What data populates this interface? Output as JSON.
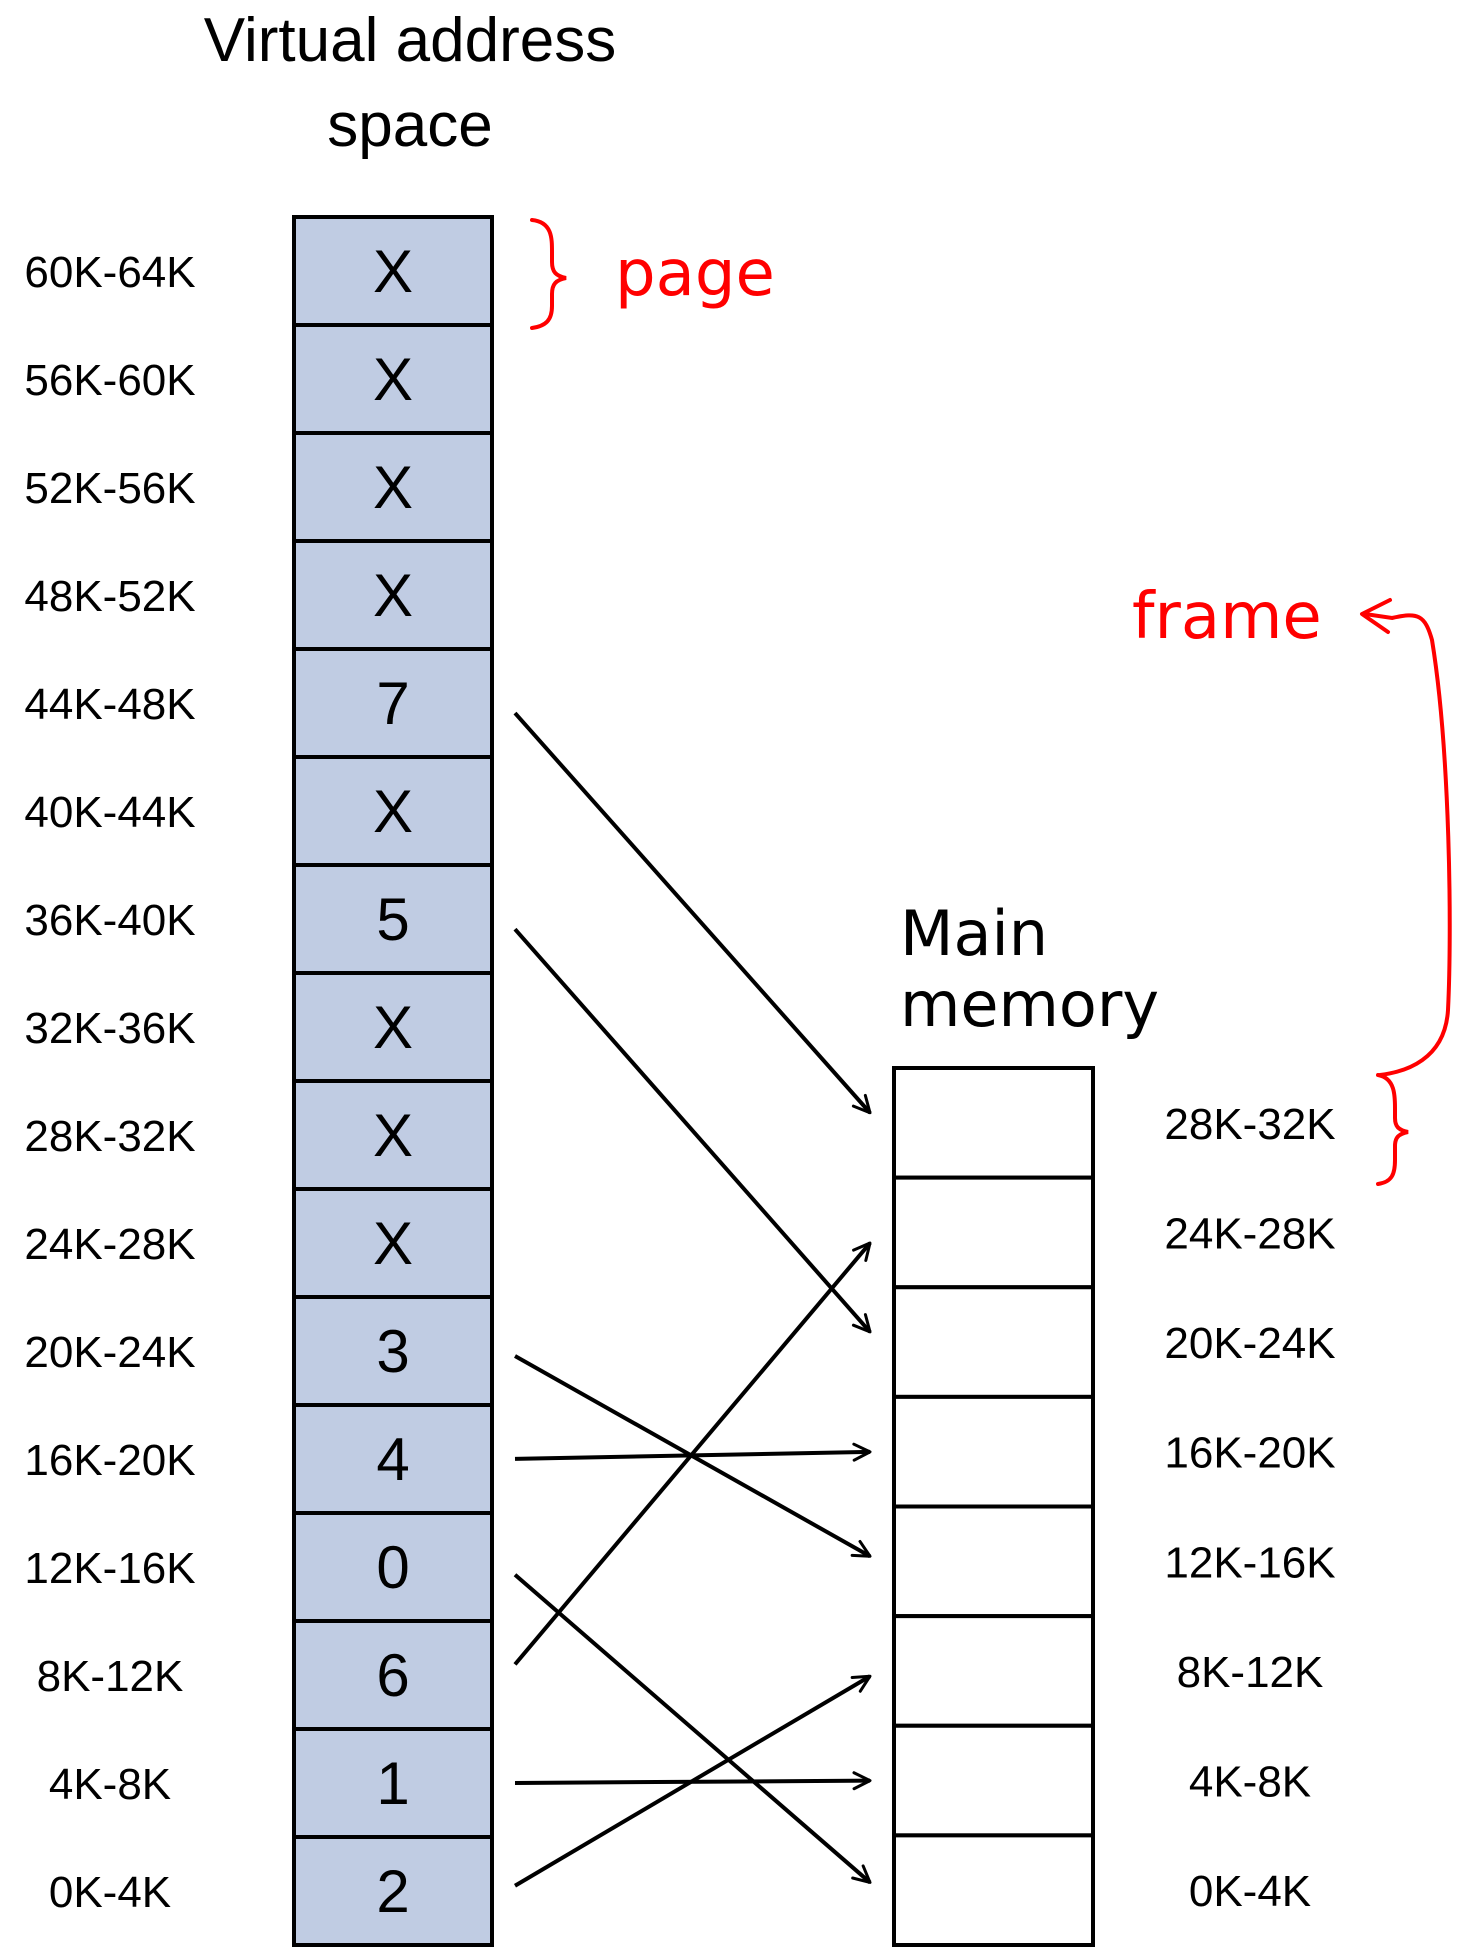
{
  "virtual_space": {
    "title_line1": "Virtual address",
    "title_line2": "space",
    "pages": [
      {
        "range": "60K-64K",
        "value": "X"
      },
      {
        "range": "56K-60K",
        "value": "X"
      },
      {
        "range": "52K-56K",
        "value": "X"
      },
      {
        "range": "48K-52K",
        "value": "X"
      },
      {
        "range": "44K-48K",
        "value": "7"
      },
      {
        "range": "40K-44K",
        "value": "X"
      },
      {
        "range": "36K-40K",
        "value": "5"
      },
      {
        "range": "32K-36K",
        "value": "X"
      },
      {
        "range": "28K-32K",
        "value": "X"
      },
      {
        "range": "24K-28K",
        "value": "X"
      },
      {
        "range": "20K-24K",
        "value": "3"
      },
      {
        "range": "16K-20K",
        "value": "4"
      },
      {
        "range": "12K-16K",
        "value": "0"
      },
      {
        "range": "8K-12K",
        "value": "6"
      },
      {
        "range": "4K-8K",
        "value": "1"
      },
      {
        "range": "0K-4K",
        "value": "2"
      }
    ]
  },
  "main_memory": {
    "title_line1": "Main",
    "title_line2": "memory",
    "frames": [
      {
        "range": "28K-32K"
      },
      {
        "range": "24K-28K"
      },
      {
        "range": "20K-24K"
      },
      {
        "range": "16K-20K"
      },
      {
        "range": "12K-16K"
      },
      {
        "range": "8K-12K"
      },
      {
        "range": "4K-8K"
      },
      {
        "range": "0K-4K"
      }
    ]
  },
  "annotations": {
    "page_label": "page",
    "frame_label": "frame",
    "color": "#ff0000"
  },
  "colors": {
    "page_fill": "#c0cce3",
    "frame_fill": "#ffffff",
    "stroke": "#000000"
  },
  "mappings": [
    {
      "page": "44K-48K",
      "frame": "28K-32K"
    },
    {
      "page": "36K-40K",
      "frame": "20K-24K"
    },
    {
      "page": "20K-24K",
      "frame": "12K-16K"
    },
    {
      "page": "16K-20K",
      "frame": "16K-20K"
    },
    {
      "page": "12K-16K",
      "frame": "0K-4K"
    },
    {
      "page": "8K-12K",
      "frame": "24K-28K"
    },
    {
      "page": "4K-8K",
      "frame": "4K-8K"
    },
    {
      "page": "0K-4K",
      "frame": "8K-12K"
    }
  ]
}
